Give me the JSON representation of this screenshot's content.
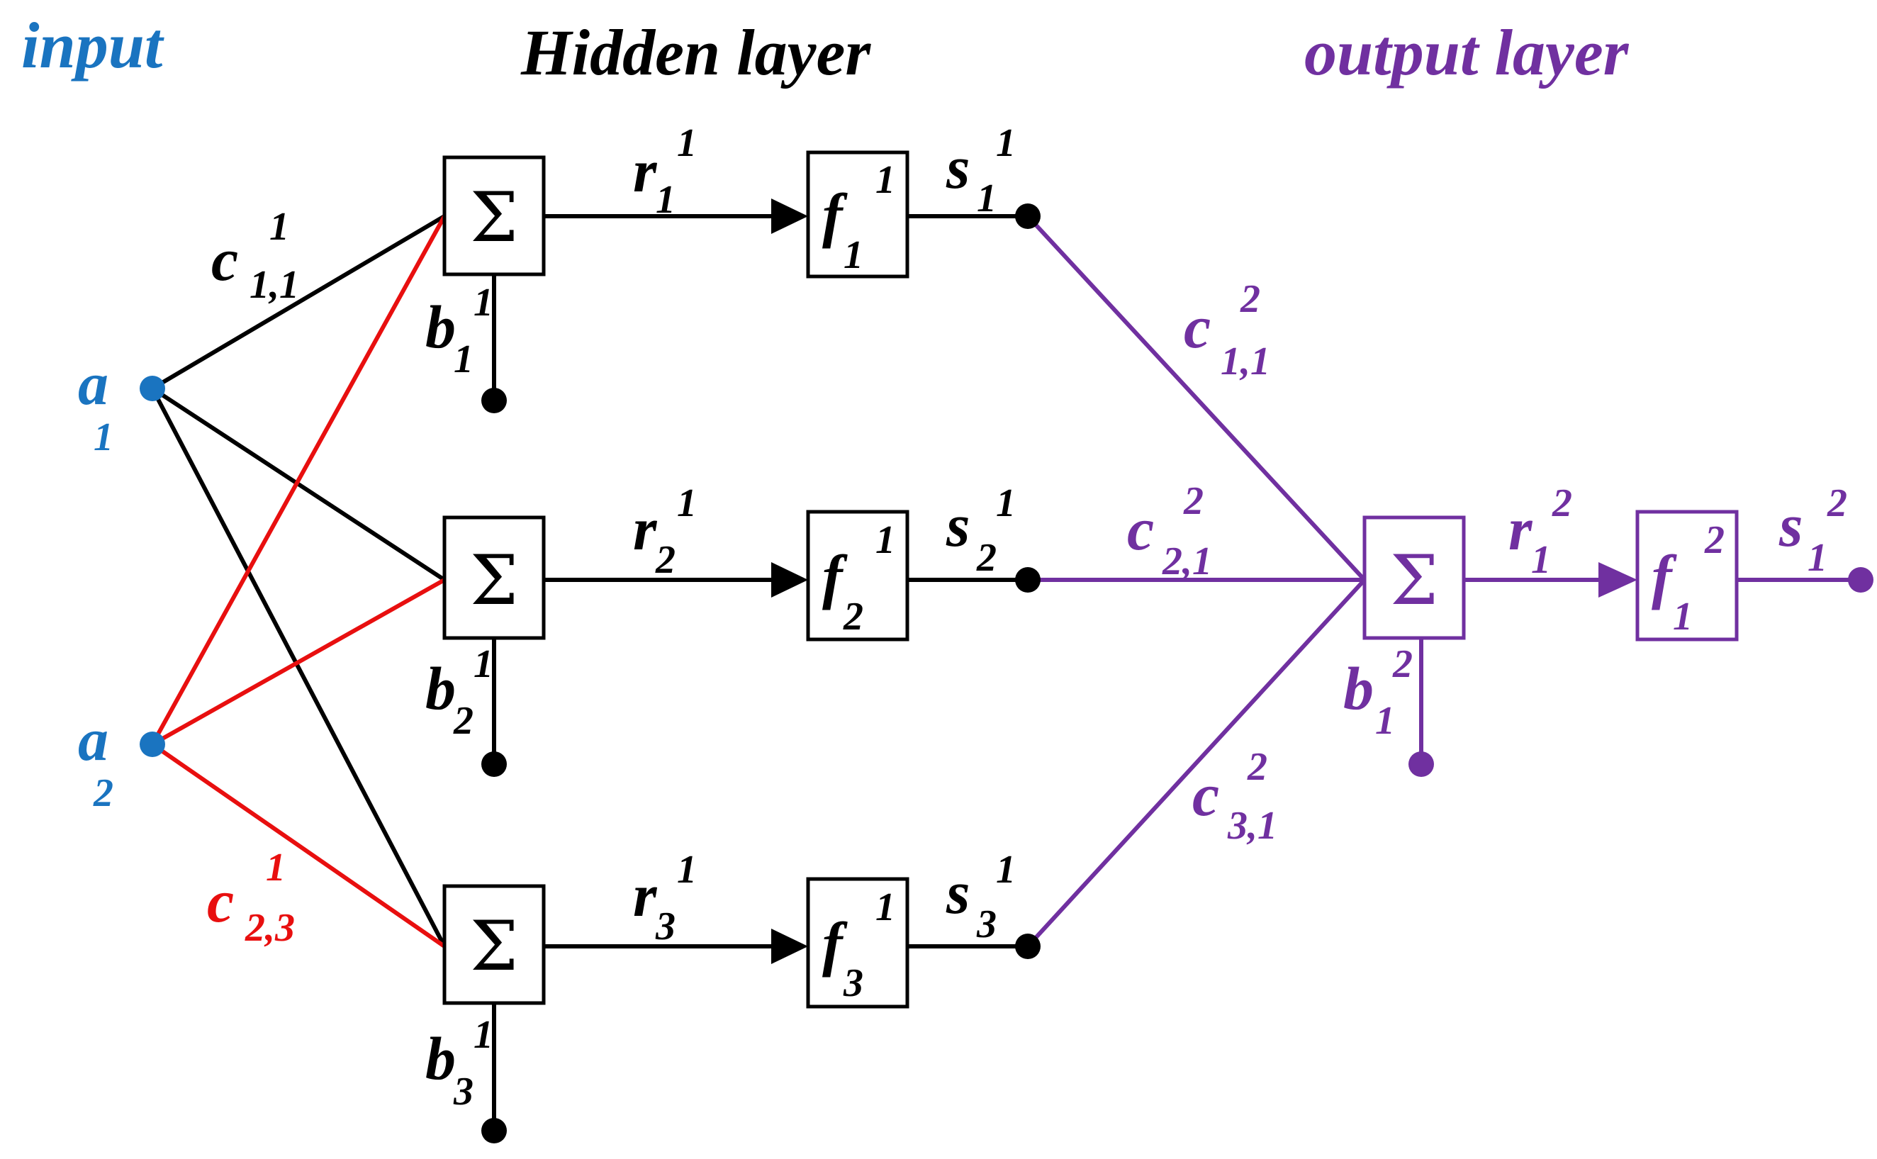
{
  "headers": {
    "input": "input",
    "hidden": "Hidden layer",
    "output": "output layer"
  },
  "colors": {
    "input": "#1a74c0",
    "black": "#000000",
    "red": "#e80f0f",
    "purple": "#7030a0"
  },
  "inputs": [
    {
      "sym": "a",
      "sub": "1"
    },
    {
      "sym": "a",
      "sub": "2"
    }
  ],
  "hidden": [
    {
      "sigma": "Σ",
      "r": "r",
      "r_sup": "1",
      "r_sub": "1",
      "f": "f",
      "f_sup": "1",
      "f_sub": "1",
      "s": "s",
      "s_sup": "1",
      "s_sub": "1",
      "b": "b",
      "b_sup": "1",
      "b_sub": "1"
    },
    {
      "sigma": "Σ",
      "r": "r",
      "r_sup": "1",
      "r_sub": "2",
      "f": "f",
      "f_sup": "1",
      "f_sub": "2",
      "s": "s",
      "s_sup": "1",
      "s_sub": "2",
      "b": "b",
      "b_sup": "1",
      "b_sub": "2"
    },
    {
      "sigma": "Σ",
      "r": "r",
      "r_sup": "1",
      "r_sub": "3",
      "f": "f",
      "f_sup": "1",
      "f_sub": "3",
      "s": "s",
      "s_sup": "1",
      "s_sub": "3",
      "b": "b",
      "b_sup": "1",
      "b_sub": "3"
    }
  ],
  "weights_hidden": [
    {
      "sym": "c",
      "sup": "1",
      "sub": "1,1"
    },
    {
      "sym": "c",
      "sup": "1",
      "sub": "2,3"
    }
  ],
  "weights_output": [
    {
      "sym": "c",
      "sup": "2",
      "sub": "1,1"
    },
    {
      "sym": "c",
      "sup": "2",
      "sub": "2,1"
    },
    {
      "sym": "c",
      "sup": "2",
      "sub": "3,1"
    }
  ],
  "output": {
    "sigma": "Σ",
    "r": "r",
    "r_sup": "2",
    "r_sub": "1",
    "f": "f",
    "f_sup": "2",
    "f_sub": "1",
    "s": "s",
    "s_sup": "2",
    "s_sub": "1",
    "b": "b",
    "b_sup": "2",
    "b_sub": "1"
  }
}
